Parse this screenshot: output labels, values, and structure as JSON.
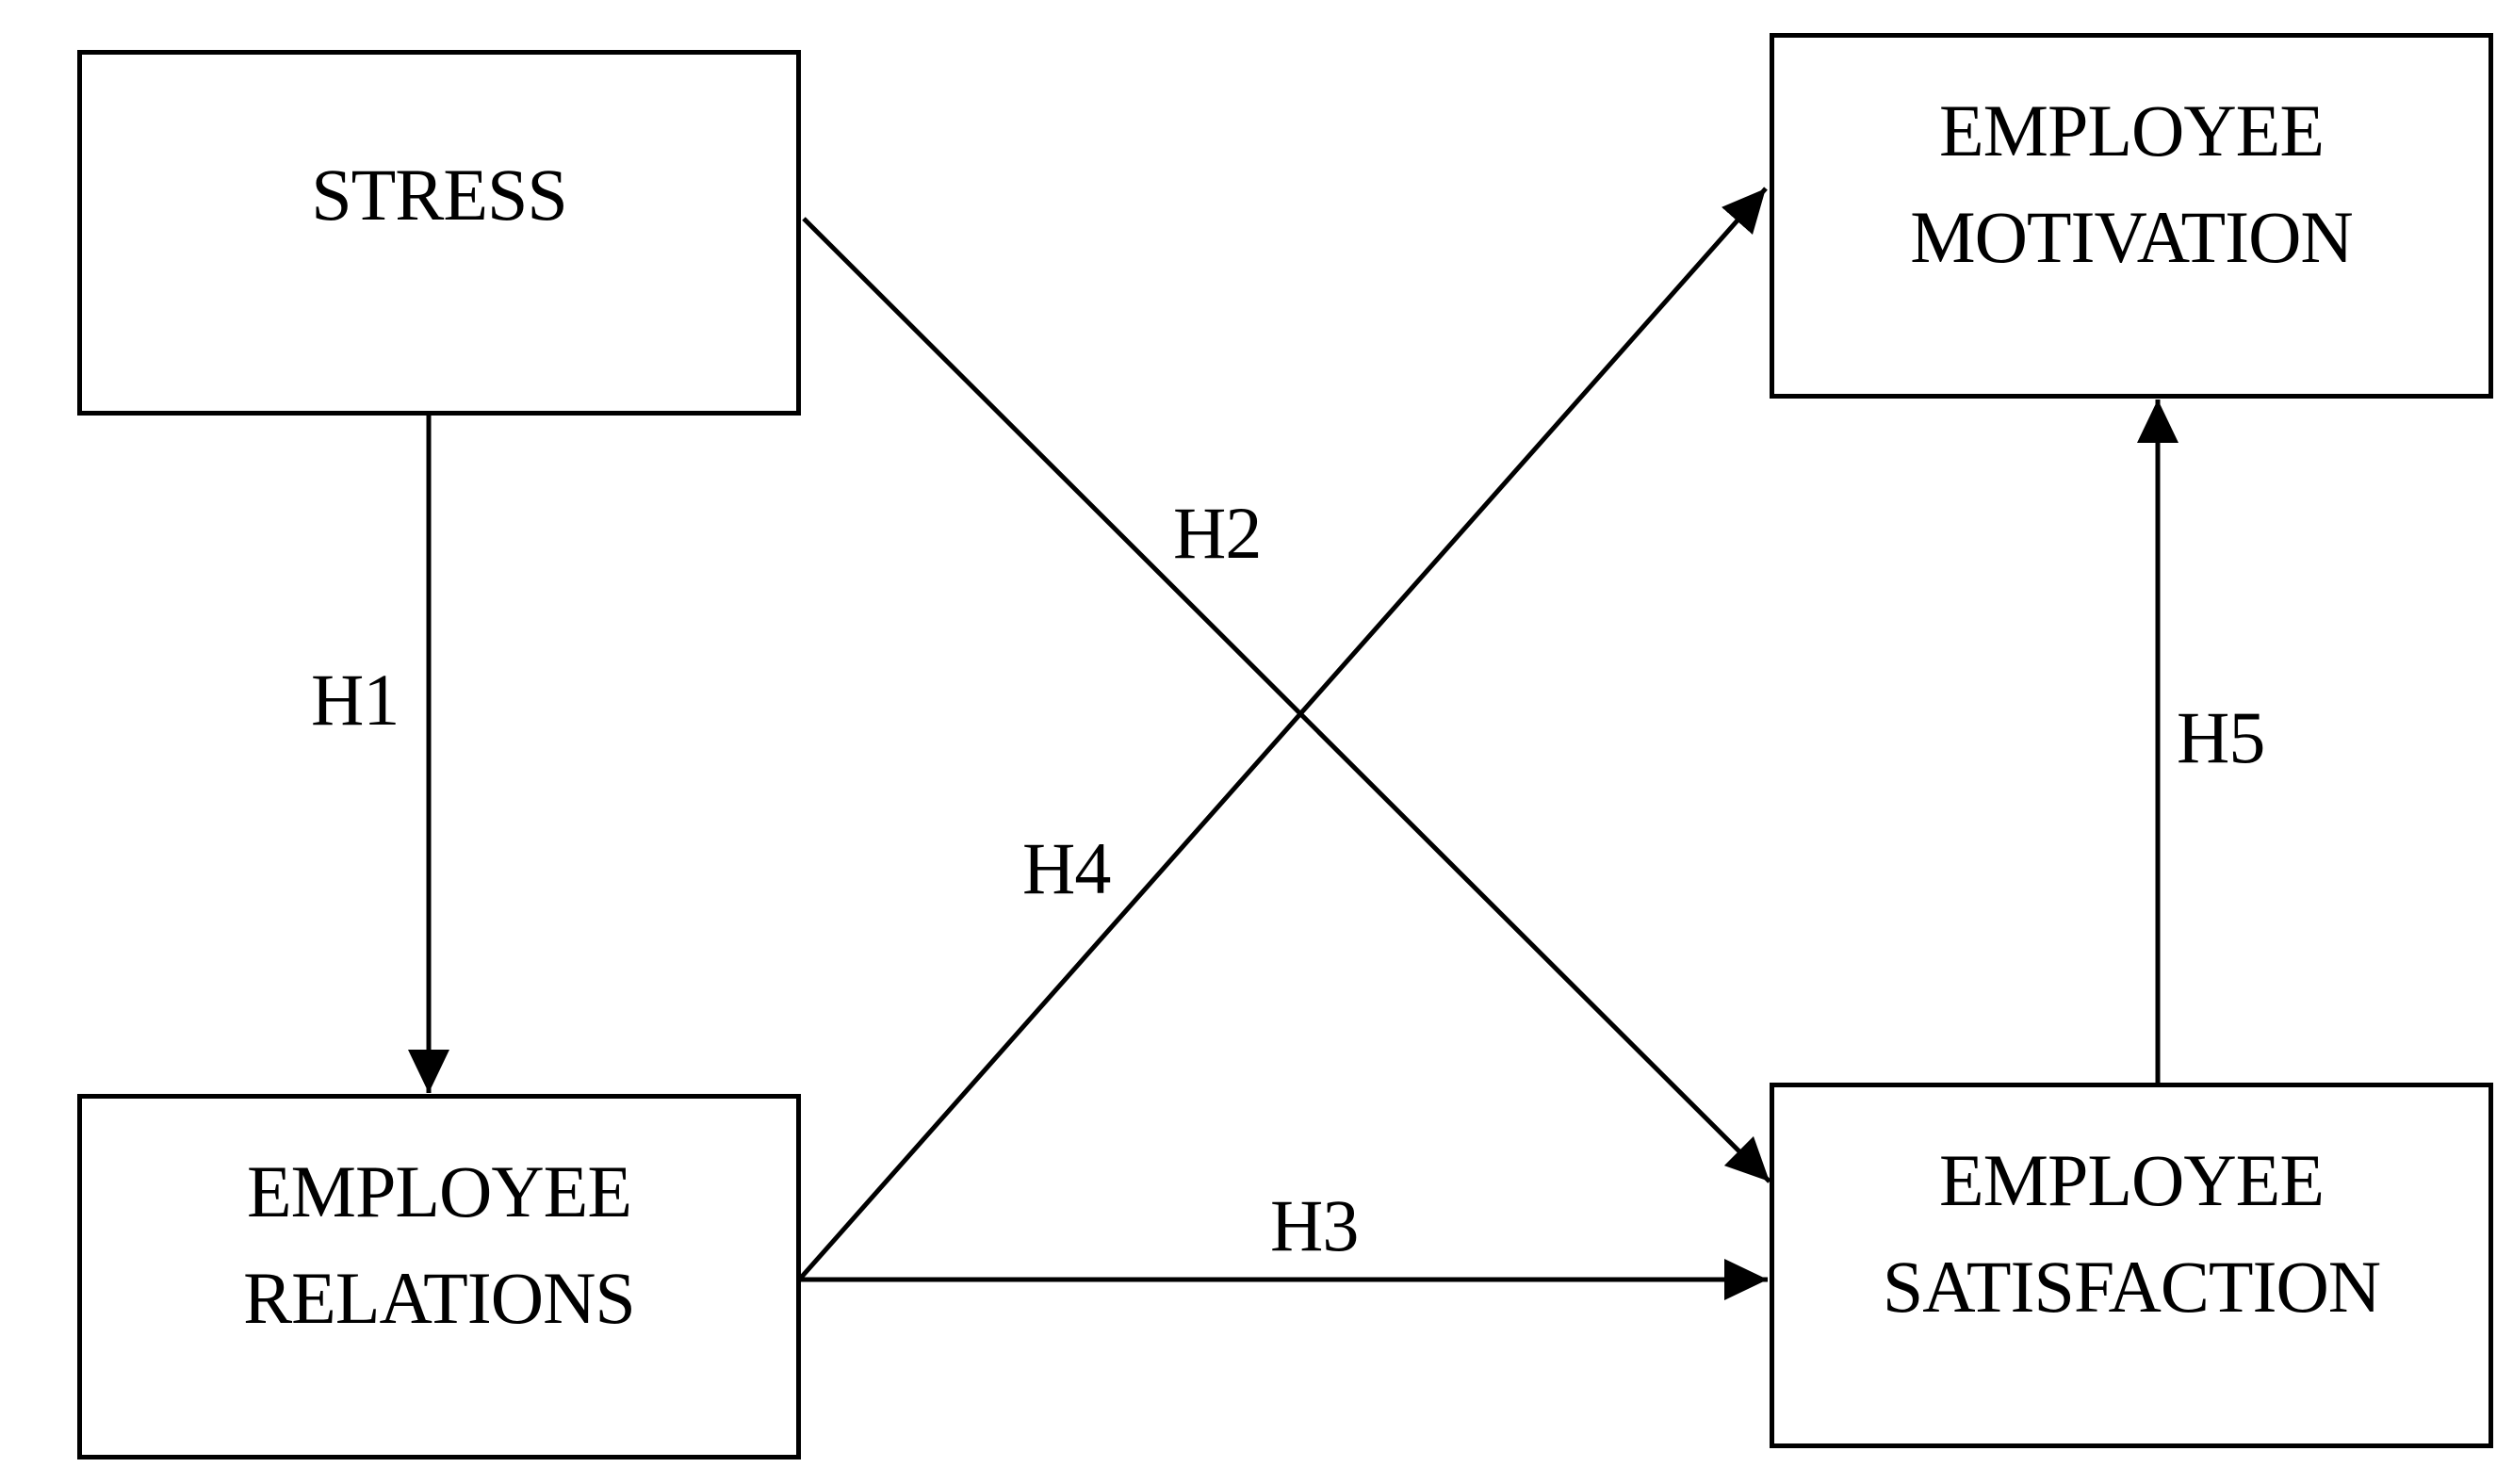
{
  "nodes": {
    "stress": {
      "lines": [
        "STRESS"
      ]
    },
    "relations": {
      "lines": [
        "EMPLOYEE",
        "RELATIONS"
      ]
    },
    "motivation": {
      "lines": [
        "EMPLOYEE",
        "MOTIVATION"
      ]
    },
    "satisfaction": {
      "lines": [
        "EMPLOYEE",
        "SATISFACTION"
      ]
    }
  },
  "edges": [
    {
      "id": "H1",
      "from": "STRESS",
      "to": "EMPLOYEE RELATIONS",
      "label": "H1"
    },
    {
      "id": "H2",
      "from": "STRESS",
      "to": "EMPLOYEE SATISFACTION",
      "label": "H2"
    },
    {
      "id": "H3",
      "from": "EMPLOYEE RELATIONS",
      "to": "EMPLOYEE SATISFACTION",
      "label": "H3"
    },
    {
      "id": "H4",
      "from": "EMPLOYEE RELATIONS",
      "to": "EMPLOYEE MOTIVATION",
      "label": "H4"
    },
    {
      "id": "H5",
      "from": "EMPLOYEE SATISFACTION",
      "to": "EMPLOYEE MOTIVATION",
      "label": "H5"
    }
  ],
  "colors": {
    "stroke": "#000000",
    "background": "#ffffff"
  }
}
